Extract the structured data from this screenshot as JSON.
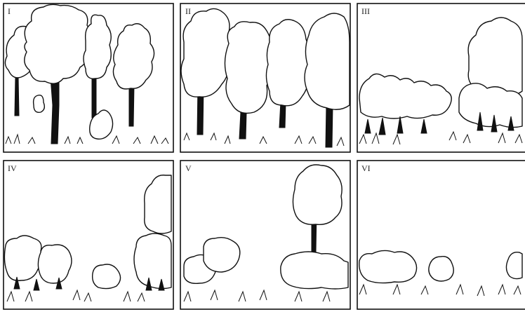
{
  "panels": [
    {
      "id": "panel-1",
      "label": "I"
    },
    {
      "id": "panel-2",
      "label": "II"
    },
    {
      "id": "panel-3",
      "label": "III"
    },
    {
      "id": "panel-4",
      "label": "IV"
    },
    {
      "id": "panel-5",
      "label": "V"
    },
    {
      "id": "panel-6",
      "label": "VI"
    }
  ]
}
